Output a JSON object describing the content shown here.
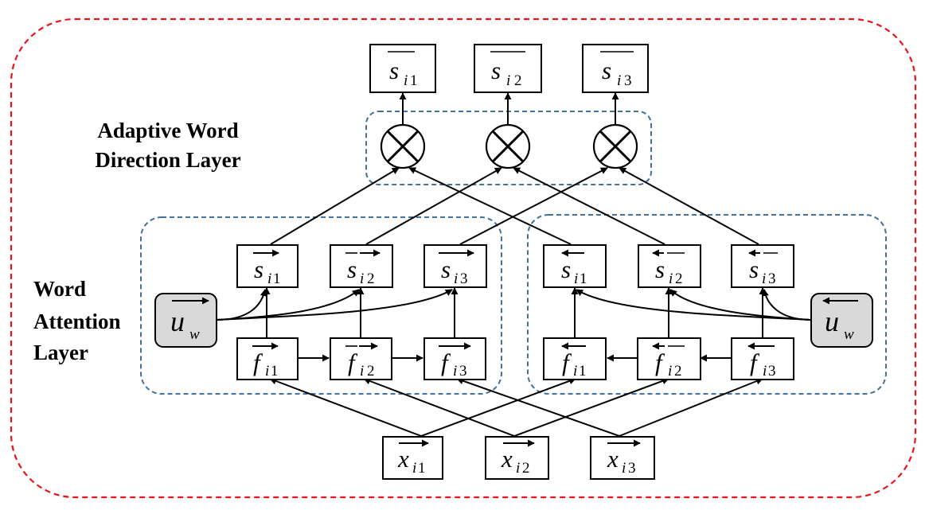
{
  "labels": {
    "adaptive_line1": "Adaptive Word",
    "adaptive_line2": "Direction Layer",
    "attention_line1": "Word",
    "attention_line2": "Attention",
    "attention_line3": "Layer"
  },
  "outputs": [
    {
      "var": "s",
      "sub": "1"
    },
    {
      "var": "s",
      "sub": "2"
    },
    {
      "var": "s",
      "sub": "3"
    }
  ],
  "index_letter": "i",
  "forward": {
    "s": [
      {
        "var": "s",
        "sub": "1"
      },
      {
        "var": "s",
        "sub": "2"
      },
      {
        "var": "s",
        "sub": "3"
      }
    ],
    "f": [
      {
        "var": "f",
        "sub": "1"
      },
      {
        "var": "f",
        "sub": "2"
      },
      {
        "var": "f",
        "sub": "3"
      }
    ],
    "u": {
      "var": "u",
      "sub": "w"
    }
  },
  "backward": {
    "s": [
      {
        "var": "s",
        "sub": "1"
      },
      {
        "var": "s",
        "sub": "2"
      },
      {
        "var": "s",
        "sub": "3"
      }
    ],
    "f": [
      {
        "var": "f",
        "sub": "1"
      },
      {
        "var": "f",
        "sub": "2"
      },
      {
        "var": "f",
        "sub": "3"
      }
    ],
    "u": {
      "var": "u",
      "sub": "w"
    }
  },
  "inputs": [
    {
      "var": "x",
      "sub": "1"
    },
    {
      "var": "x",
      "sub": "2"
    },
    {
      "var": "x",
      "sub": "3"
    }
  ],
  "colors": {
    "outer_border": "#e8141b",
    "group_border": "#41719c",
    "u_fill": "#d9d9d9"
  }
}
